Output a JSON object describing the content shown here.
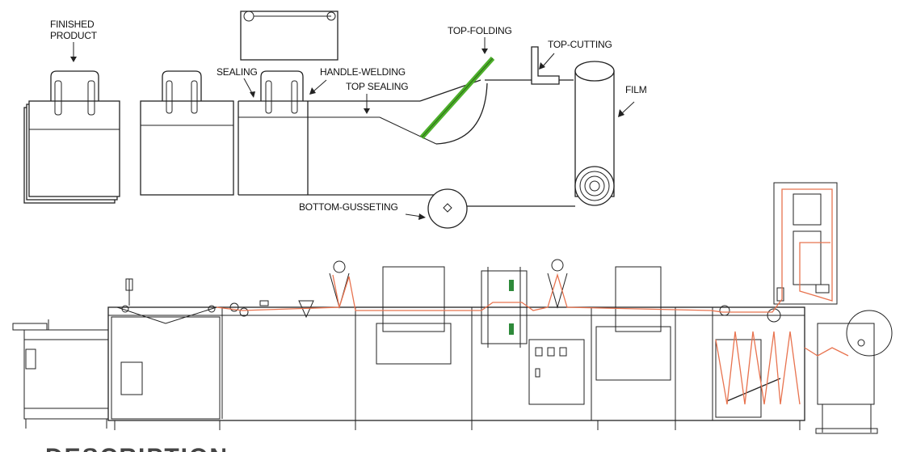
{
  "labels": {
    "finished_product_1": "FINISHED",
    "finished_product_2": "PRODUCT",
    "sealing": "SEALING",
    "handle_welding": "HANDLE-WELDING",
    "top_sealing": "TOP SEALING",
    "top_folding": "TOP-FOLDING",
    "top_cutting": "TOP-CUTTING",
    "film": "FILM",
    "bottom_gusseting": "BOTTOM-GUSSETING"
  },
  "footer_heading": "DESCRIPTION",
  "colors": {
    "line": "#222222",
    "folding_bar": "#4caf2a",
    "film_path": "#e8734f",
    "background": "#ffffff"
  }
}
